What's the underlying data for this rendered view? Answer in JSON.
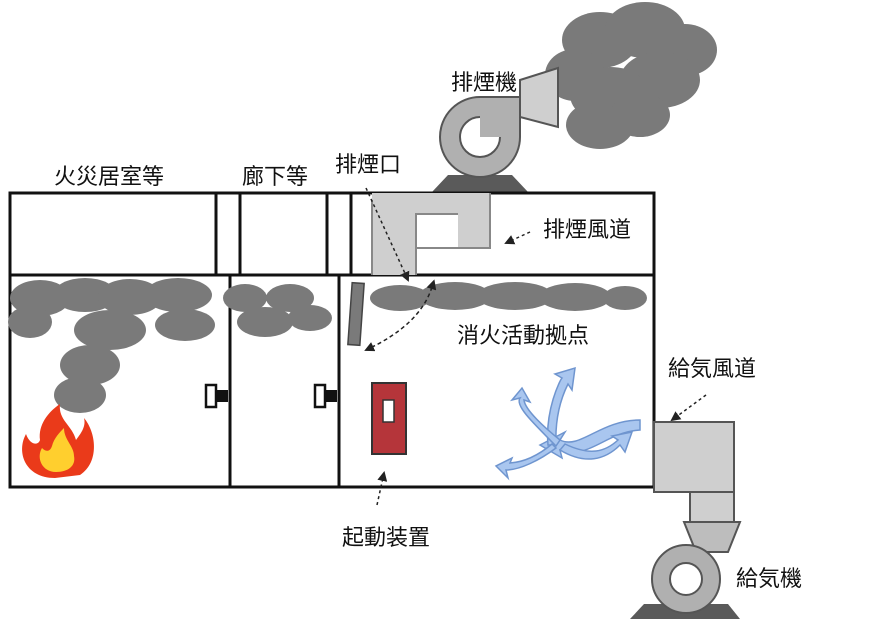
{
  "labels": {
    "fire_room": "火災居室等",
    "corridor": "廊下等",
    "smoke_outlet": "排煙口",
    "smoke_exhaust_fan": "排煙機",
    "smoke_exhaust_duct": "排煙風道",
    "firefighting_base": "消火活動拠点",
    "supply_air_duct": "給気風道",
    "activation_device": "起動装置",
    "supply_air_fan": "給気機"
  },
  "colors": {
    "outline": "#111111",
    "smoke": "#7a7a7a",
    "duct": "#cfcfcf",
    "fan_body": "#b0b0b0",
    "fan_base": "#5a5a5a",
    "activation_device": "#b5353a",
    "airflow": "#a9c6ef",
    "flame_outer": "#ea3a1a",
    "flame_inner": "#ffcf2e"
  },
  "icons": {
    "door_handle": "door-handle-icon",
    "fire": "fire-icon",
    "fan": "fan-icon",
    "airflow": "airflow-arrows-icon",
    "smoke": "smoke-cloud-icon"
  }
}
